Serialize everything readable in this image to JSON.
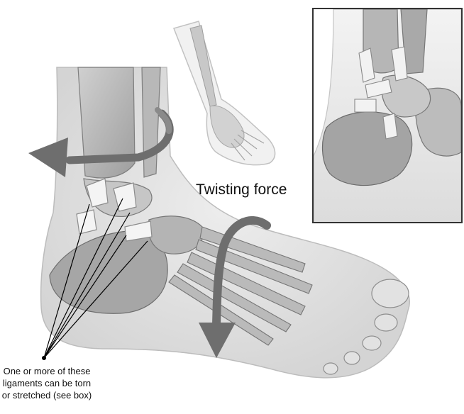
{
  "labels": {
    "twisting_force": "Twisting force",
    "caption_lines": [
      "One or more of these",
      "ligaments can be torn",
      "or stretched (see box)"
    ]
  },
  "colors": {
    "arrow": "#6e6e6e",
    "bone": "#bdbdbd",
    "skin": "#e6e6e6",
    "ligament": "#f2f2f2",
    "inset_border": "#333333"
  }
}
